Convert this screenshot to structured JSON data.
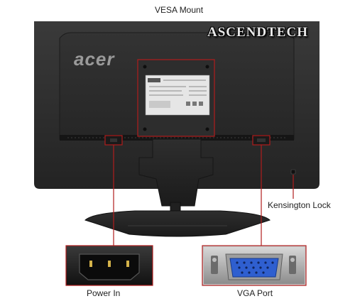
{
  "watermark": "ASCENDTECH",
  "brand_logo": "acer",
  "callouts": {
    "vesa_mount": "VESA Mount",
    "kensington_lock": "Kensington Lock",
    "power_in": "Power In",
    "vga_port": "VGA Port"
  },
  "colors": {
    "callout_line": "#b01d1d",
    "monitor_body": "#2b2b2b",
    "vga_connector": "#2f5fd0",
    "background": "#ffffff"
  },
  "icons": {
    "power_pins": "three-prong-socket-icon",
    "vga_pins": "d-sub-15-pin-icon"
  }
}
